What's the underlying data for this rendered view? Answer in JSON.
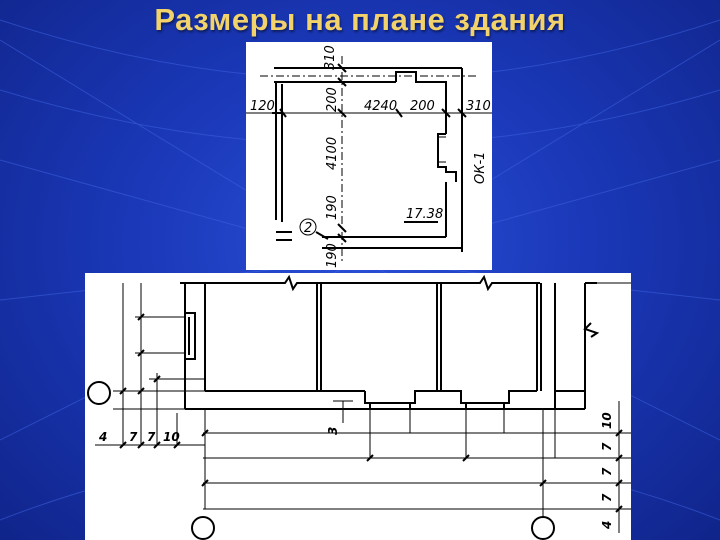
{
  "slide": {
    "title": "Размеры на плане здания"
  },
  "plan_top": {
    "dimensions": {
      "d310_top": "310",
      "d120": "120",
      "d200_left": "200",
      "d4240": "4240",
      "d200_right": "200",
      "d310_right": "310",
      "d4100": "4100",
      "d190_mid": "190",
      "d190_bottom": "190",
      "mark_17_38": "17.38"
    },
    "window_label": "ОК-1",
    "callout_number": "2"
  },
  "plan_bottom": {
    "dimensions_left": {
      "d4": "4",
      "d7a": "7",
      "d7b": "7",
      "d10": "10",
      "d3": "3"
    },
    "dimensions_right": {
      "d10": "10",
      "d7a": "7",
      "d7b": "7",
      "d7c": "7",
      "d4": "4"
    }
  },
  "colors": {
    "background": "#1a38b8",
    "title": "#f2d26a",
    "panel": "#ffffff",
    "ink": "#000000"
  }
}
